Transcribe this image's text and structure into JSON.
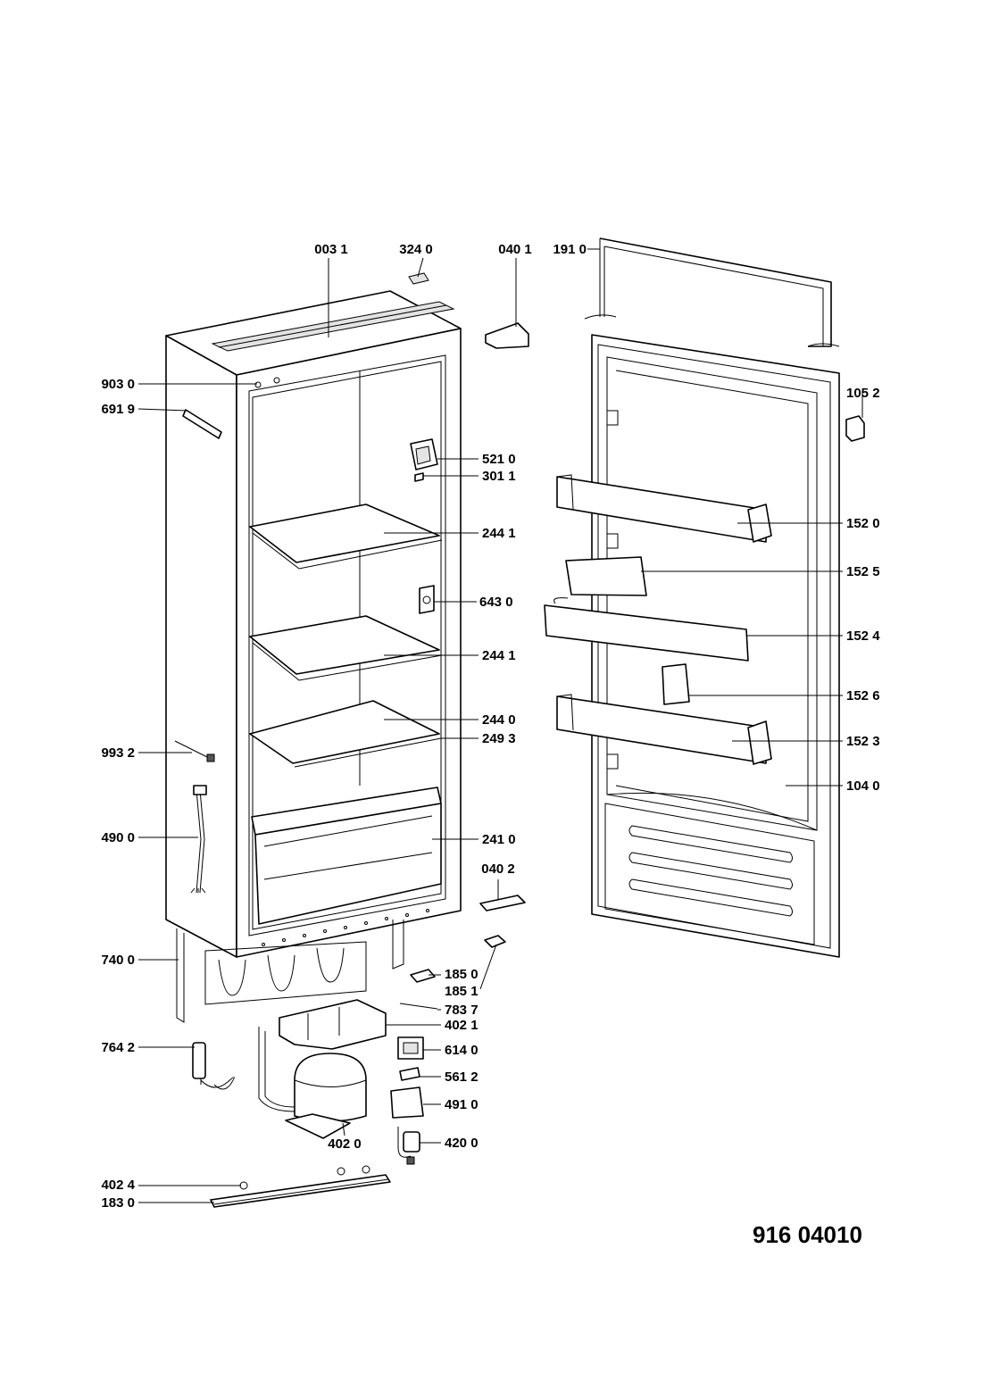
{
  "drawing_number": "916 04010",
  "callouts": [
    {
      "id": "003 1"
    },
    {
      "id": "324 0"
    },
    {
      "id": "040 1"
    },
    {
      "id": "191 0"
    },
    {
      "id": "903 0"
    },
    {
      "id": "691 9"
    },
    {
      "id": "105 2"
    },
    {
      "id": "521 0"
    },
    {
      "id": "301 1"
    },
    {
      "id": "244 1"
    },
    {
      "id": "152 0"
    },
    {
      "id": "152 5"
    },
    {
      "id": "643 0"
    },
    {
      "id": "152 4"
    },
    {
      "id": "244 1"
    },
    {
      "id": "152 6"
    },
    {
      "id": "244 0"
    },
    {
      "id": "249 3"
    },
    {
      "id": "152 3"
    },
    {
      "id": "993 2"
    },
    {
      "id": "104 0"
    },
    {
      "id": "490 0"
    },
    {
      "id": "241 0"
    },
    {
      "id": "040 2"
    },
    {
      "id": "740 0"
    },
    {
      "id": "185 0"
    },
    {
      "id": "185 1"
    },
    {
      "id": "783 7"
    },
    {
      "id": "402 1"
    },
    {
      "id": "764 2"
    },
    {
      "id": "614 0"
    },
    {
      "id": "561 2"
    },
    {
      "id": "491 0"
    },
    {
      "id": "402 0"
    },
    {
      "id": "420 0"
    },
    {
      "id": "402 4"
    },
    {
      "id": "183 0"
    }
  ]
}
